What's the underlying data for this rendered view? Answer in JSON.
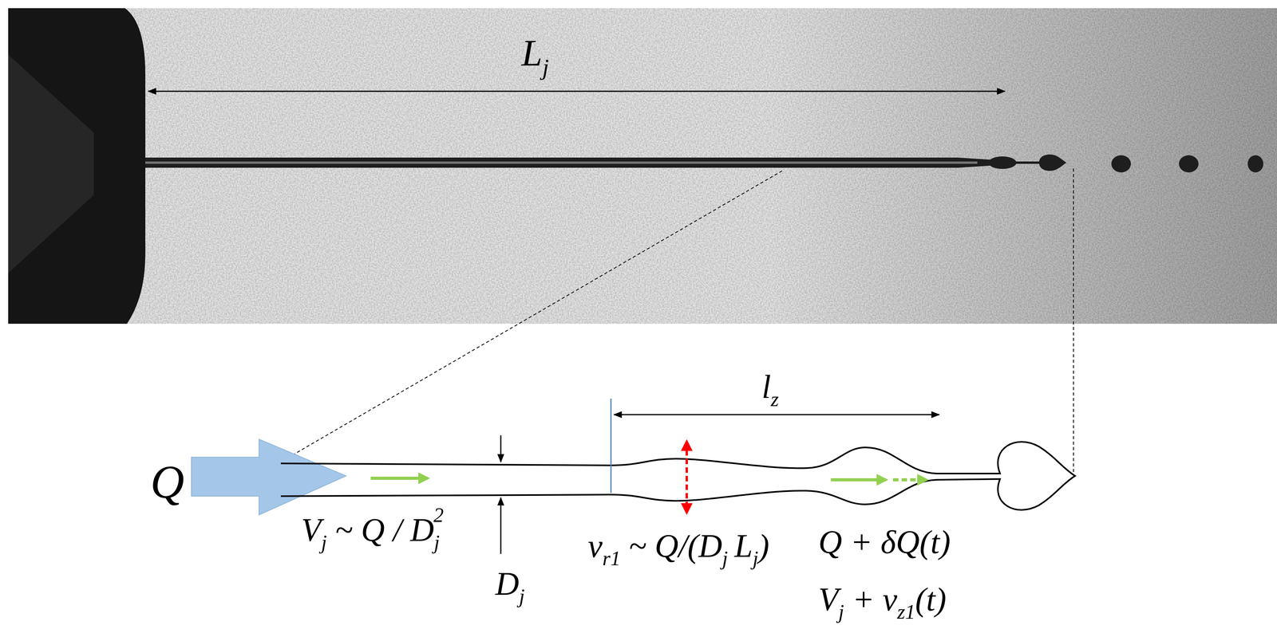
{
  "diagram": {
    "labels": [
      "L",
      "j",
      "Q",
      "l",
      "z",
      "V",
      "j",
      "~ Q / D",
      "j",
      "2",
      "D",
      "j",
      "v",
      "r1",
      "~ Q/(D",
      "j",
      "L",
      "j",
      ")",
      "Q + δQ(t)",
      "V",
      "j",
      "+ v",
      "z1",
      "(t)"
    ]
  }
}
